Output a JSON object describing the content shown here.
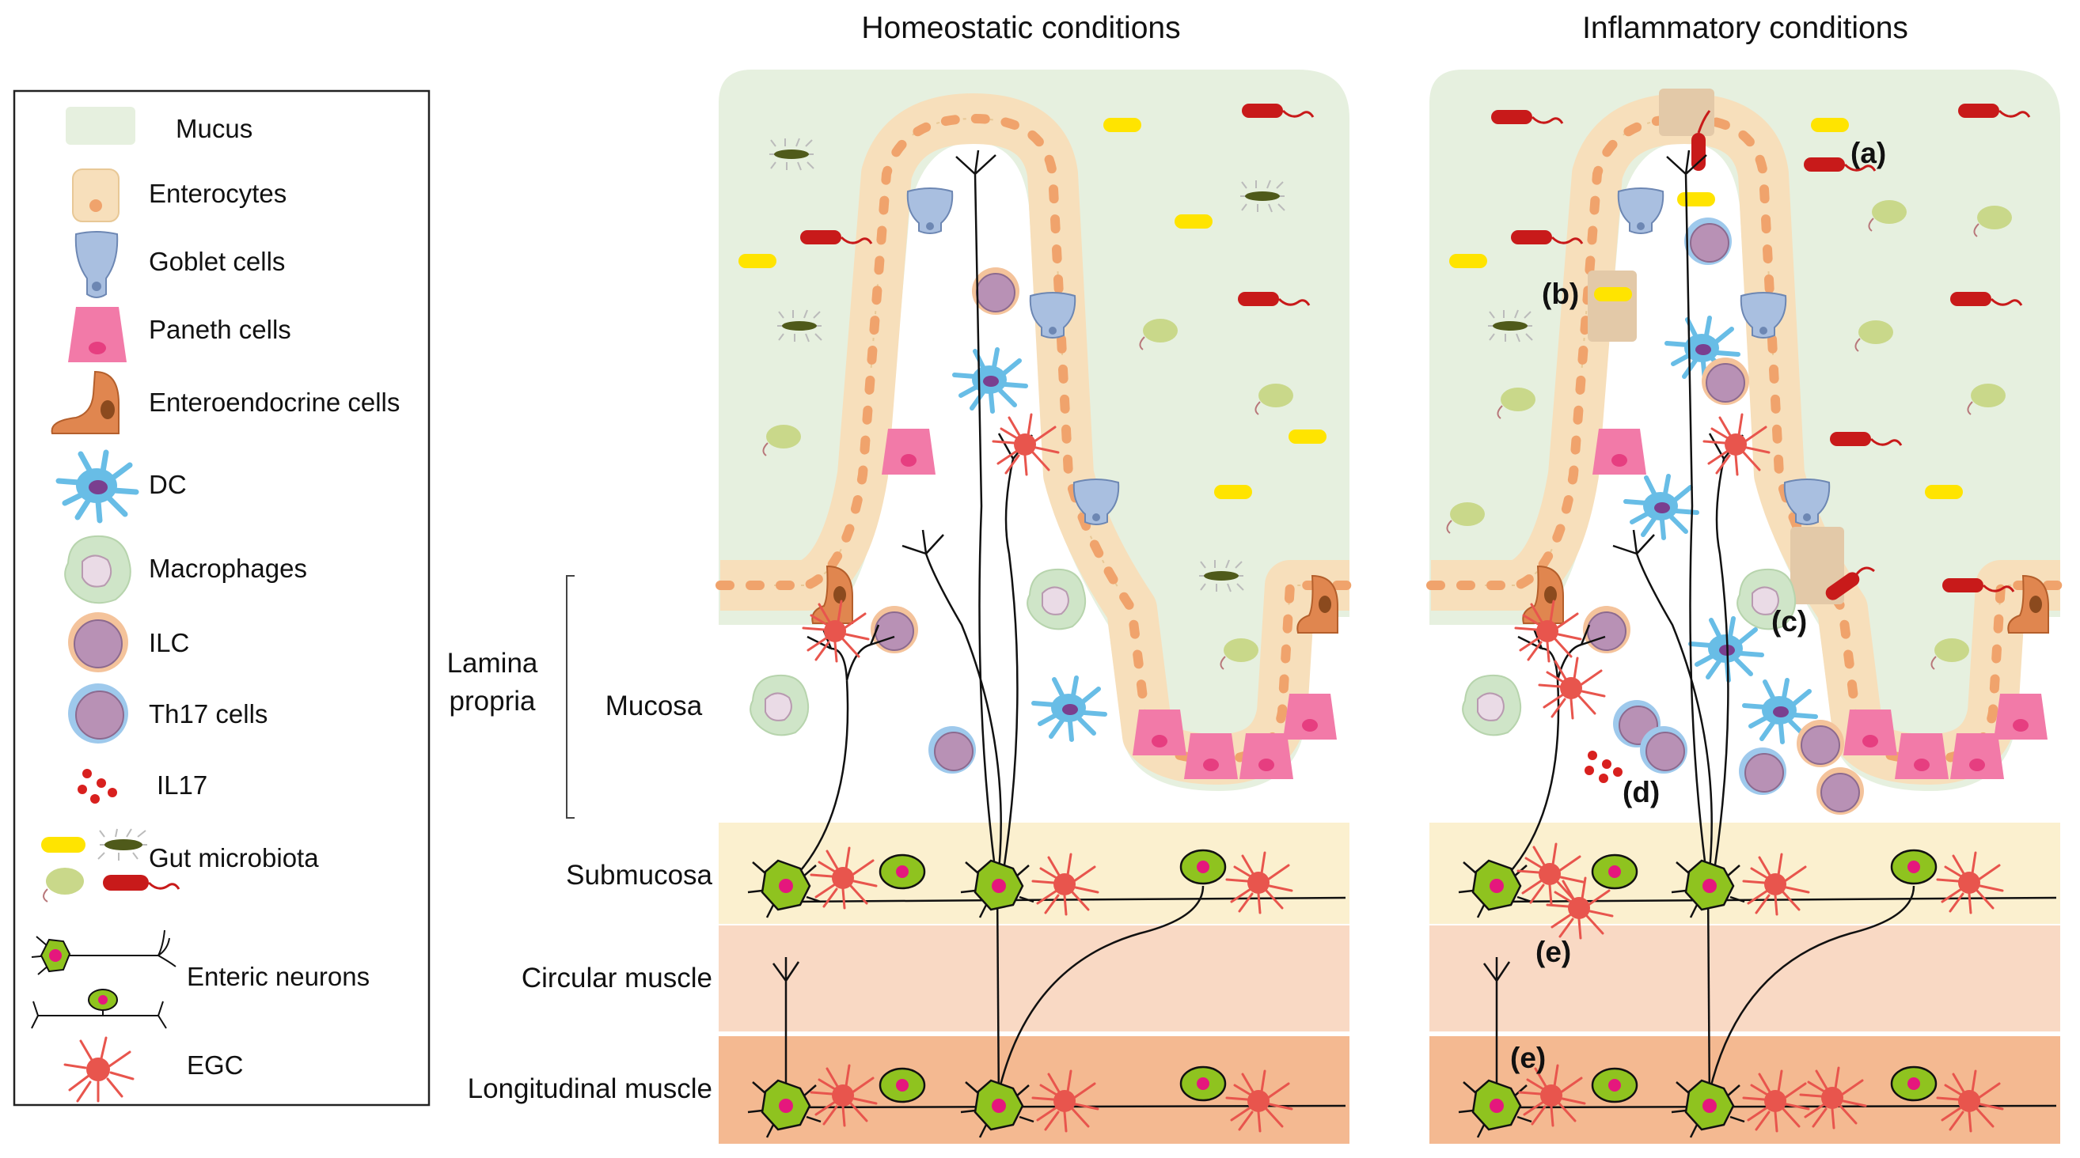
{
  "headings": {
    "homeostatic": "Homeostatic conditions",
    "inflammatory": "Inflammatory conditions"
  },
  "legend": [
    {
      "label": "Mucus",
      "icon": "mucus-swatch-icon"
    },
    {
      "label": "Enterocytes",
      "icon": "enterocyte-icon"
    },
    {
      "label": "Goblet cells",
      "icon": "goblet-cell-icon"
    },
    {
      "label": "Paneth cells",
      "icon": "paneth-cell-icon"
    },
    {
      "label": "Enteroendocrine cells",
      "icon": "enteroendocrine-cell-icon"
    },
    {
      "label": "DC",
      "icon": "dendritic-cell-icon"
    },
    {
      "label": "Macrophages",
      "icon": "macrophage-icon"
    },
    {
      "label": "ILC",
      "icon": "ilc-icon"
    },
    {
      "label": "Th17 cells",
      "icon": "th17-cell-icon"
    },
    {
      "label": "IL17",
      "icon": "il17-dots-icon"
    },
    {
      "label": "Gut microbiota",
      "icon": "microbiota-icon"
    },
    {
      "label": "Enteric neurons",
      "icon": "enteric-neuron-icon"
    },
    {
      "label": "EGC",
      "icon": "egc-icon"
    }
  ],
  "layers": {
    "lamina_propria_line1": "Lamina",
    "lamina_propria_line2": "propria",
    "mucosa": "Mucosa",
    "submucosa": "Submucosa",
    "circular_muscle": "Circular muscle",
    "longitudinal_muscle": "Longitudinal muscle"
  },
  "annotations": {
    "a": "(a)",
    "b": "(b)",
    "c": "(c)",
    "d": "(d)",
    "e_submucosa": "(e)",
    "e_longitudinal": "(e)"
  },
  "colors": {
    "mucus": "#e6f0df",
    "enterocyte": "#f7dfbb",
    "enterocyte_nucleus": "#f0a36c",
    "damaged_enterocyte": "#e3c9a8",
    "paneth": "#f27aa8",
    "goblet": "#a9bfe0",
    "enteroendocrine": "#e0864f",
    "dc": "#68bde6",
    "macrophage": "#cfe5c8",
    "ilc": "#f4c39b",
    "th17": "#9ec9ec",
    "il17": "#d8201e",
    "submucosa": "#fbf0cf",
    "circular_muscle": "#f9d9c4",
    "longitudinal_muscle": "#f4b991",
    "neuron": "#8fc31f",
    "neuron_nucleus": "#e5177d",
    "egc": "#e8554d",
    "bacteria_red": "#c81a1a",
    "bacteria_yellow": "#ffe400",
    "bacteria_green": "#c9d88a"
  }
}
